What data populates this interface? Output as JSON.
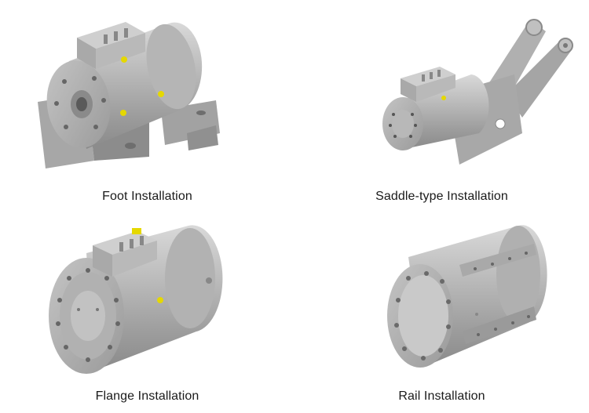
{
  "items": [
    {
      "label": "Foot Installation"
    },
    {
      "label": "Saddle-type Installation"
    },
    {
      "label": "Flange Installation"
    },
    {
      "label": "Rail Installation"
    }
  ]
}
